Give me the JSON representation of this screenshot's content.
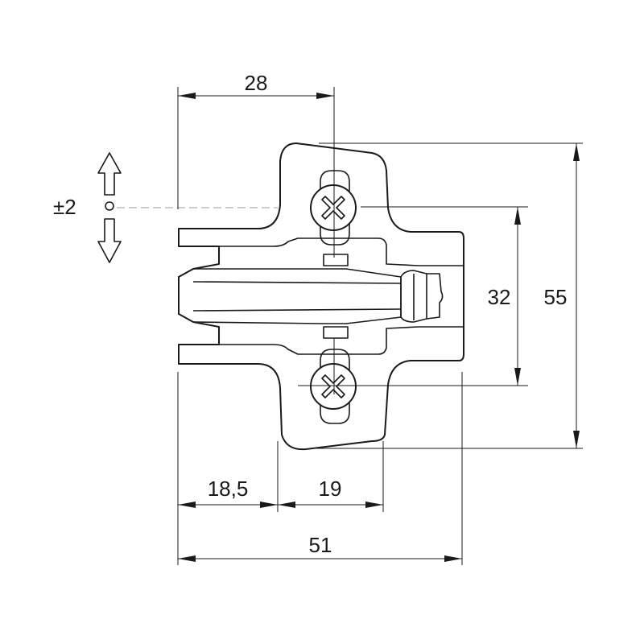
{
  "drawing": {
    "dimensions": {
      "top_width": "28",
      "hole_spacing": "32",
      "overall_height": "55",
      "left_offset": "18,5",
      "center_width": "19",
      "overall_width": "51"
    },
    "adjustment_label": "±2",
    "line_color": "#1a1a1a",
    "centerline_color": "#9a9a9a"
  }
}
